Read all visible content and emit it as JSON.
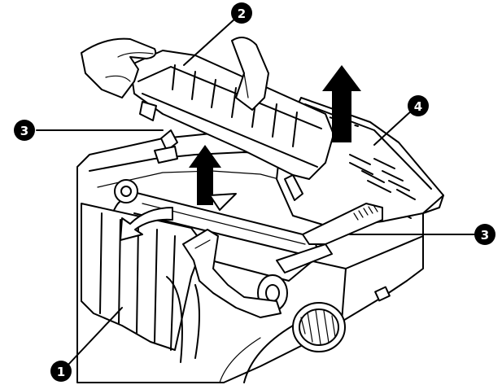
{
  "callouts": [
    {
      "id": "c1",
      "label": "1"
    },
    {
      "id": "c2",
      "label": "2"
    },
    {
      "id": "c3a",
      "label": "3"
    },
    {
      "id": "c3b",
      "label": "3"
    },
    {
      "id": "c4",
      "label": "4"
    }
  ],
  "colors": {
    "line": "#000000",
    "background": "#ffffff"
  },
  "icons": [
    "up-arrow-icon",
    "curved-arrow-icon"
  ]
}
